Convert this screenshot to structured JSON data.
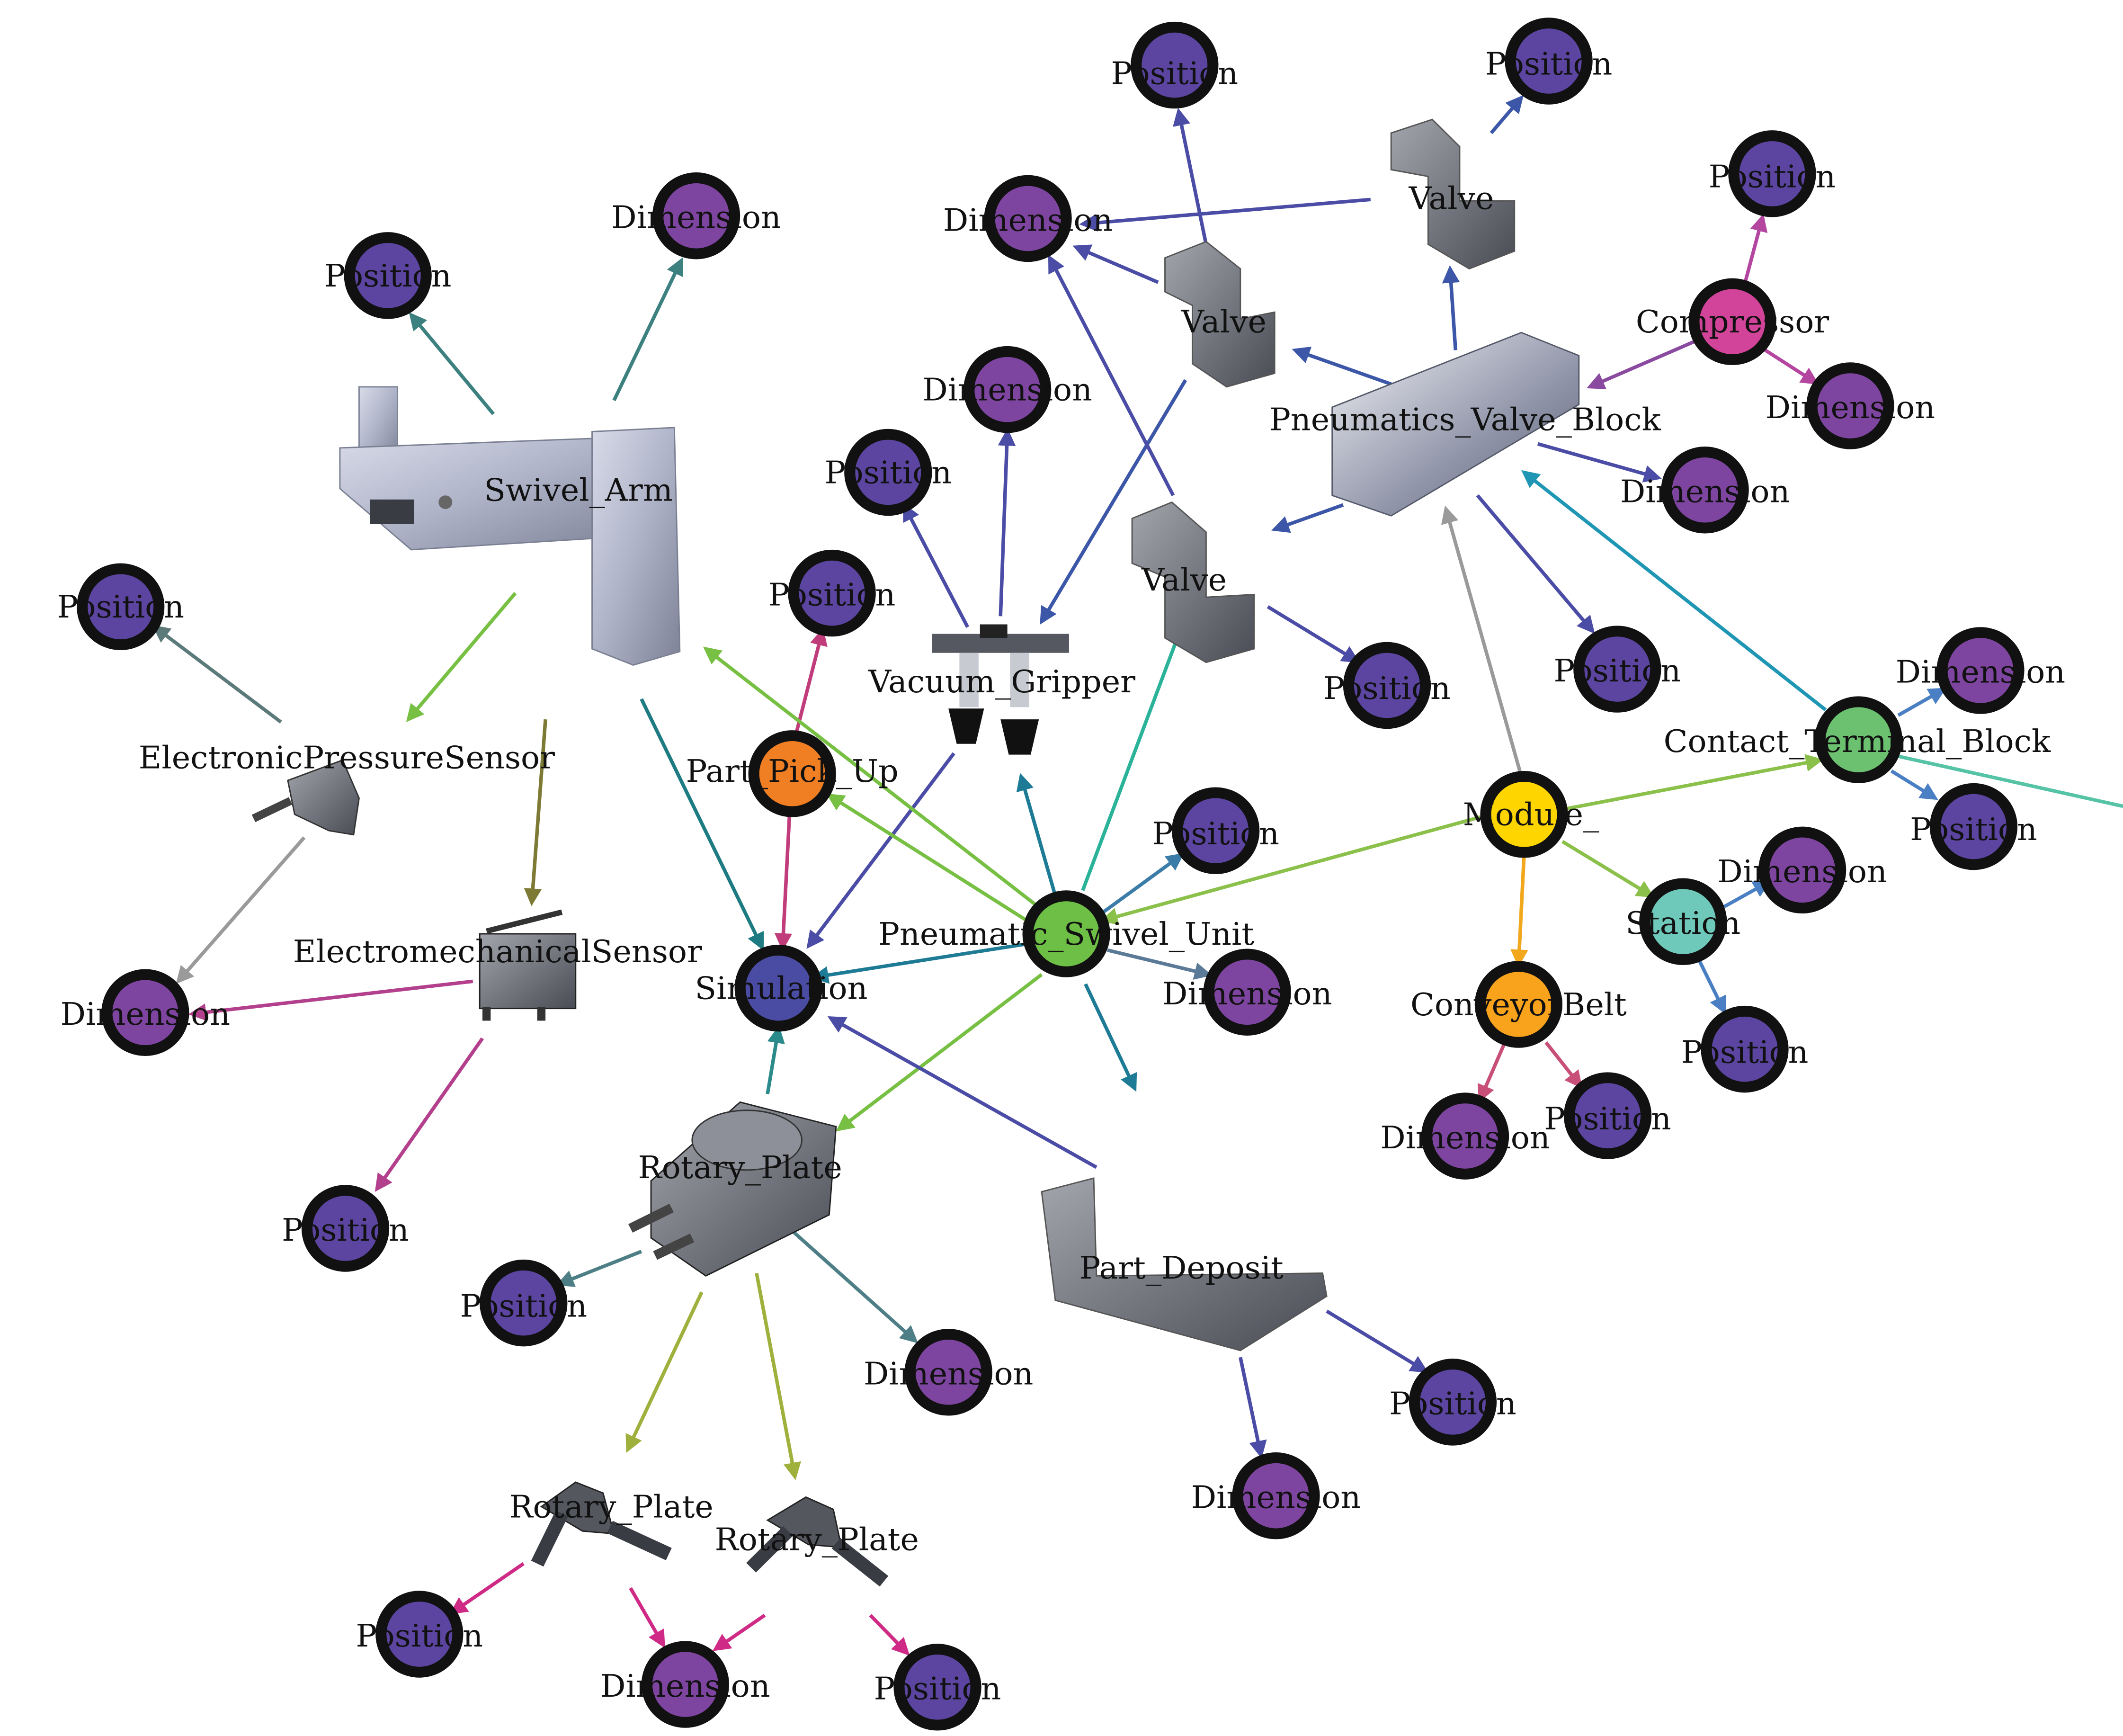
{
  "colors": {
    "position": "#5B45A0",
    "dimension": "#7E45A0",
    "simulation": "#4A4CA3",
    "pneumatic_swivel_unit": "#6DBF45",
    "part_pick_up": "#F07F24",
    "module": "#FFD500",
    "conveyor_belt": "#F9A21B",
    "station": "#6FC9BA",
    "contact_terminal_block": "#6BC16F",
    "compressor": "#D2449A"
  },
  "nodes": {
    "swivel_arm": "Swivel_Arm",
    "electronic_pressure_sensor": "ElectronicPressureSensor",
    "electromechanical_sensor": "ElectromechanicalSensor",
    "rotary_plate_main": "Rotary_Plate",
    "rotary_plate_sub_1": "Rotary_Plate",
    "rotary_plate_sub_2": "Rotary_Plate",
    "part_deposit": "Part_Deposit",
    "vacuum_gripper": "Vacuum_Gripper",
    "valve_1": "Valve",
    "valve_2": "Valve",
    "valve_3": "Valve",
    "pneumatics_valve_block": "Pneumatics_Valve_Block",
    "compressor": "Compressor",
    "contact_terminal_block": "Contact_Terminal_Block",
    "module": "Module_",
    "station": "Station",
    "conveyor_belt": "ConveyorBelt",
    "simulation": "Simulation",
    "pneumatic_swivel_unit": "Pneumatic_Swivel_Unit",
    "part_pick_up": "Part_Pick_Up"
  },
  "property_labels": {
    "position": "Position",
    "dimension": "Dimension"
  }
}
